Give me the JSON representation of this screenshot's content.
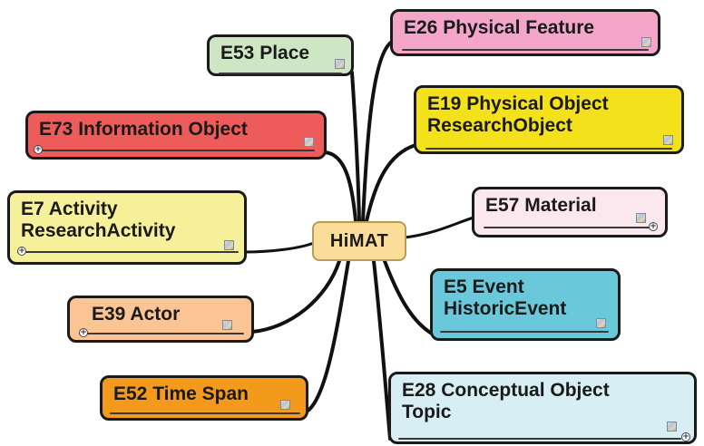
{
  "center": {
    "label": "HiMAT",
    "color": "#fbdd9a"
  },
  "topics": [
    {
      "id": "e53",
      "label": "E53 Place",
      "color": "#cfe6c4"
    },
    {
      "id": "e26",
      "label": "E26 Physical Feature",
      "color": "#f3a6c8"
    },
    {
      "id": "e73",
      "label": "E73 Information Object",
      "color": "#ee5b5b"
    },
    {
      "id": "e19",
      "label": "E19 Physical Object",
      "label2": "ResearchObject",
      "color": "#f3e21b"
    },
    {
      "id": "e7",
      "label": "E7 Activity",
      "label2": "ResearchActivity",
      "color": "#f6f09a"
    },
    {
      "id": "e57",
      "label": "E57 Material",
      "color": "#fbe7ee"
    },
    {
      "id": "e39",
      "label": "E39 Actor",
      "color": "#fbc495"
    },
    {
      "id": "e5",
      "label": "E5 Event",
      "label2": "HistoricEvent",
      "color": "#69c9da"
    },
    {
      "id": "e52",
      "label": "E52 Time Span",
      "color": "#f39a1d"
    },
    {
      "id": "e28",
      "label": "E28 Conceptual Object",
      "label2": "Topic",
      "color": "#d7eef5"
    }
  ],
  "icons": {
    "note": "note-icon",
    "toggle": "expand-toggle-icon"
  }
}
